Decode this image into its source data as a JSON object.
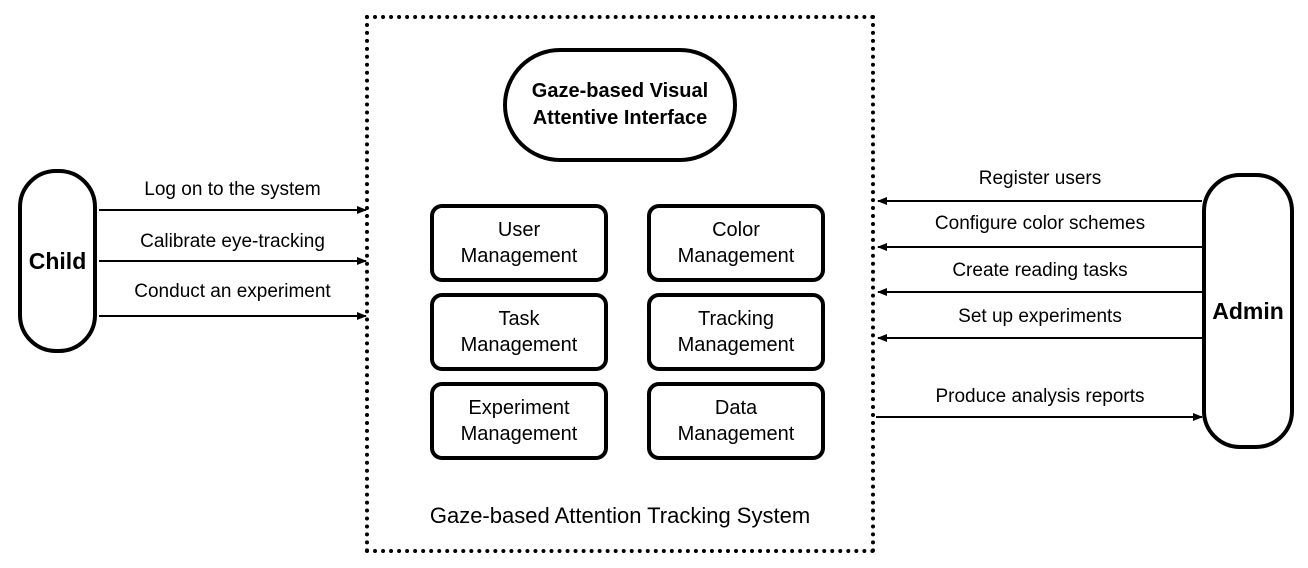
{
  "actors": {
    "child": "Child",
    "admin": "Admin"
  },
  "system": {
    "title": "Gaze-based Attention Tracking System",
    "interface_line1": "Gaze-based Visual",
    "interface_line2": "Attentive Interface"
  },
  "modules": [
    {
      "line1": "User",
      "line2": "Management"
    },
    {
      "line1": "Color",
      "line2": "Management"
    },
    {
      "line1": "Task",
      "line2": "Management"
    },
    {
      "line1": "Tracking",
      "line2": "Management"
    },
    {
      "line1": "Experiment",
      "line2": "Management"
    },
    {
      "line1": "Data",
      "line2": "Management"
    }
  ],
  "child_flows": [
    "Log on to the system",
    "Calibrate eye-tracking",
    "Conduct an experiment"
  ],
  "admin_flows": [
    "Register users",
    "Configure color schemes",
    "Create reading tasks",
    "Set up experiments",
    "Produce analysis reports"
  ]
}
